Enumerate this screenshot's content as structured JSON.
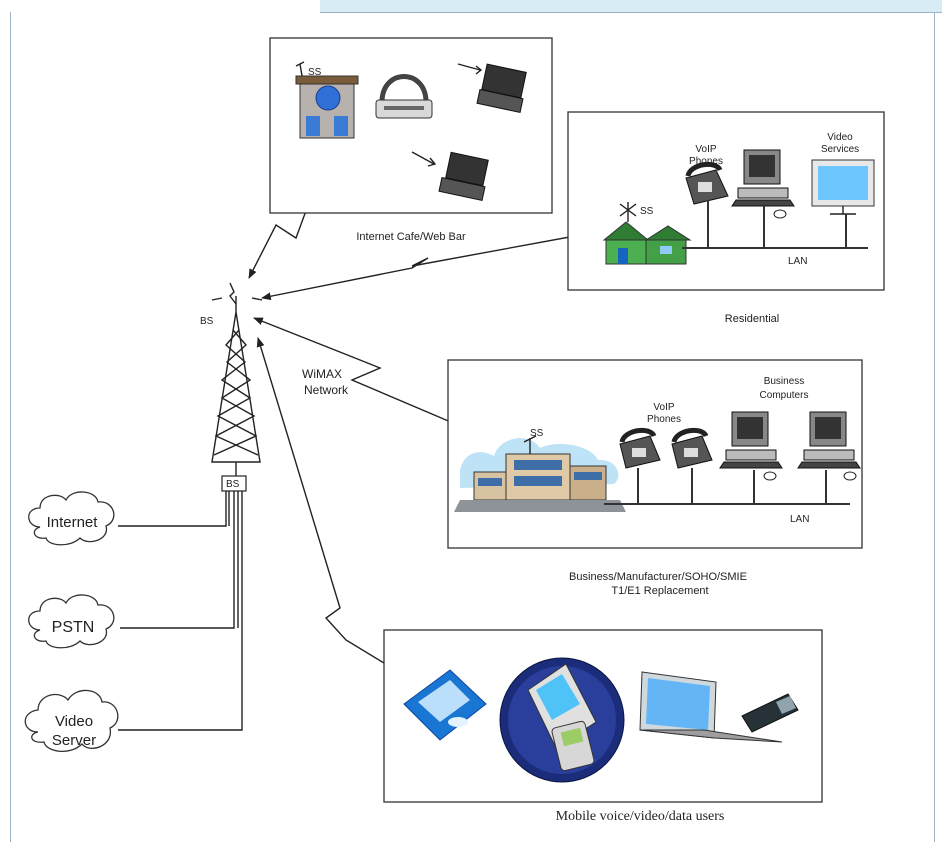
{
  "colors": {
    "top_band": "#d8ecf5",
    "frame": "#9cb3c8",
    "cloud_fill": "#ffffff",
    "box_stroke": "#333333"
  },
  "bs": {
    "tower_label": "BS",
    "base_label": "BS"
  },
  "wimax": {
    "line1": "WiMAX",
    "line2": "Network"
  },
  "clouds": {
    "internet": "Internet",
    "pstn": "PSTN",
    "video_line1": "Video",
    "video_line2": "Server"
  },
  "cafe": {
    "ss_label": "SS",
    "caption": "Internet Cafe/Web Bar"
  },
  "residential": {
    "ss_label": "SS",
    "voip_line1": "VoIP",
    "voip_line2": "Phones",
    "video_line1": "Video",
    "video_line2": "Services",
    "lan": "LAN",
    "caption": "Residential"
  },
  "business": {
    "ss_label": "SS",
    "voip_line1": "VoIP",
    "voip_line2": "Phones",
    "computers_line1": "Business",
    "computers_line2": "Computers",
    "lan": "LAN",
    "caption_line1": "Business/Manufacturer/SOHO/SMIE",
    "caption_line2": "T1/E1 Replacement"
  },
  "mobile": {
    "caption": "Mobile voice/video/data users"
  },
  "icons": [
    "tower-icon",
    "cloud-icon",
    "building-icon",
    "router-icon",
    "laptop-icon",
    "phone-icon",
    "desktop-icon",
    "monitor-icon",
    "house-icon",
    "office-building-icon",
    "pda-icon",
    "cellphone-icon",
    "pc-card-icon"
  ]
}
